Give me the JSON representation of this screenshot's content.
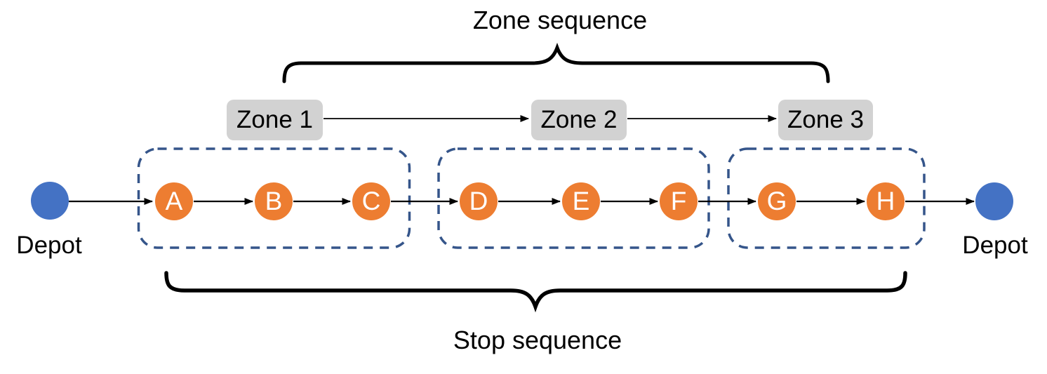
{
  "diagram": {
    "zone_sequence": {
      "title": "Zone sequence",
      "zones": [
        {
          "label": "Zone 1"
        },
        {
          "label": "Zone 2"
        },
        {
          "label": "Zone 3"
        }
      ]
    },
    "stop_sequence": {
      "title": "Stop sequence",
      "depot_start": "Depot",
      "depot_end": "Depot",
      "groups": [
        {
          "zone": "Zone 1",
          "stops": [
            "A",
            "B",
            "C"
          ]
        },
        {
          "zone": "Zone 2",
          "stops": [
            "D",
            "E",
            "F"
          ]
        },
        {
          "zone": "Zone 3",
          "stops": [
            "G",
            "H"
          ]
        }
      ]
    },
    "colors": {
      "stop_fill": "#ED7D31",
      "depot_fill": "#4472C4",
      "zone_box_fill": "#D2D2D2",
      "zone_group_border": "#35558A",
      "text": "#000000"
    }
  }
}
